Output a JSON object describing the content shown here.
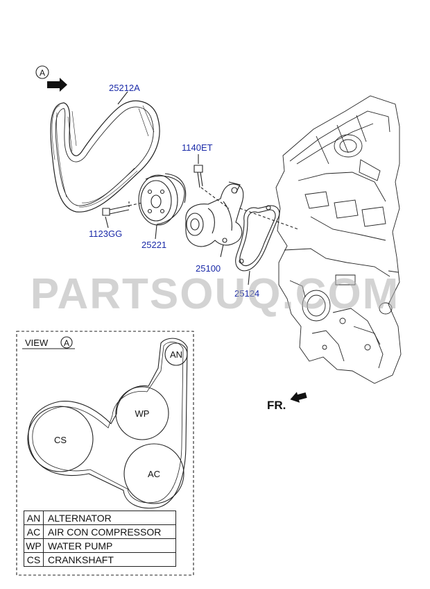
{
  "view_marker": "A",
  "part_labels": {
    "belt": "25212A",
    "bolt_top": "1140ET",
    "bolt_left": "1123GG",
    "pulley": "25221",
    "water_pump": "25100",
    "gasket": "25124"
  },
  "front_marker": "FR.",
  "watermark": "PARTSOUQ.COM",
  "view_box": {
    "title": "VIEW",
    "marker": "A",
    "pulleys": [
      {
        "code": "AN"
      },
      {
        "code": "WP"
      },
      {
        "code": "CS"
      },
      {
        "code": "AC"
      }
    ],
    "legend": [
      {
        "code": "AN",
        "description": "ALTERNATOR"
      },
      {
        "code": "AC",
        "description": "AIR CON COMPRESSOR"
      },
      {
        "code": "WP",
        "description": "WATER PUMP"
      },
      {
        "code": "CS",
        "description": "CRANKSHAFT"
      }
    ]
  },
  "colors": {
    "label_blue": "#1a2aa8",
    "line": "#222222",
    "watermark": "#afafaf"
  }
}
